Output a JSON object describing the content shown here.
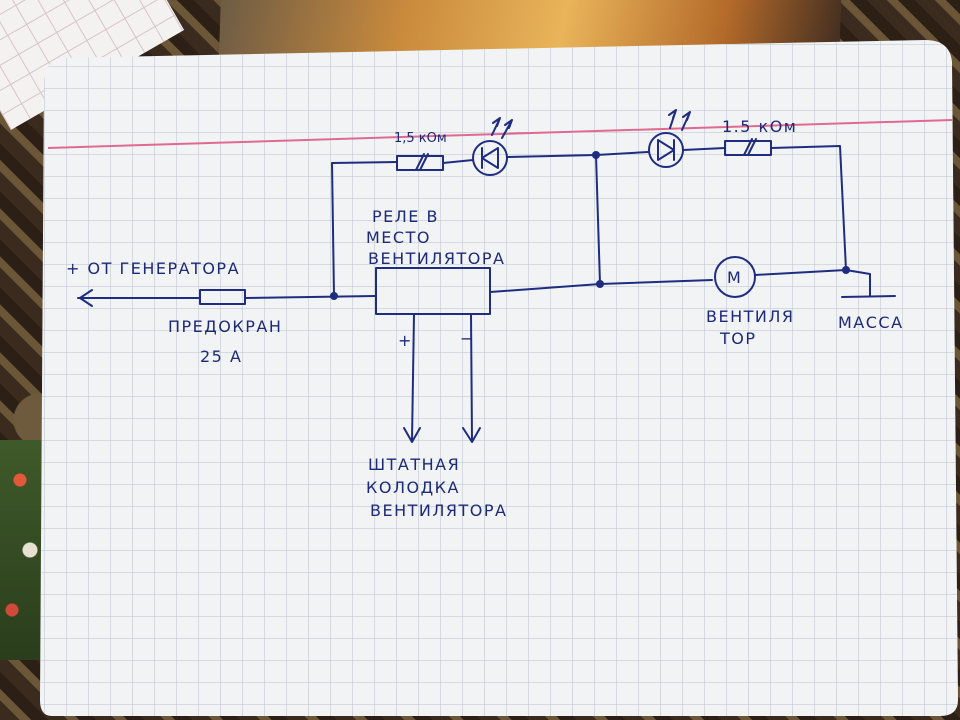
{
  "labels": {
    "relay": "РЕЛЕ В",
    "instead_of": "МЕСТО",
    "fan_genitive": "ВЕНТИЛЯТОРА",
    "from_generator": "+ ОТ ГЕНЕРАТОРА",
    "fuse": "ПРЕДОКРАН",
    "fuse_rating": "25 А",
    "fan_part1": "ВЕНТИЛЯ",
    "fan_part2": "ТОР",
    "ground": "МАССА",
    "plus": "+",
    "minus": "−",
    "connector_line1": "ШТАТНАЯ",
    "connector_line2": "КОЛОДКА",
    "connector_line3": "ВЕНТИЛЯТОРА",
    "resistor_left": "1,5 кОм",
    "resistor_right": "1.5 кОм",
    "motor_symbol": "M"
  },
  "colors": {
    "ink": "#1f2d80",
    "paper": "#f2f3f5",
    "grid": "#b7c0cc",
    "margin_line": "#e06a8f"
  }
}
